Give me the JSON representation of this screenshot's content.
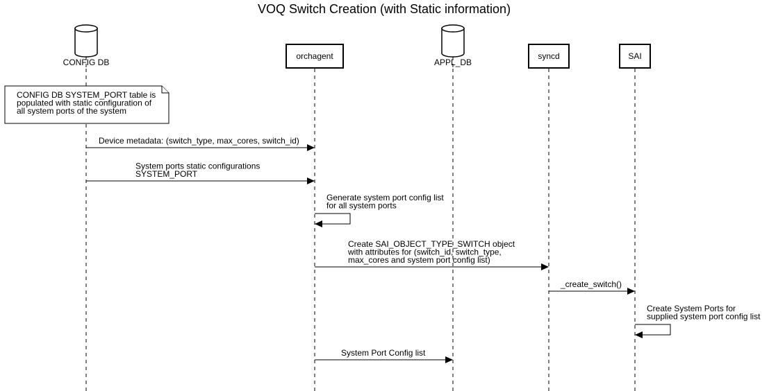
{
  "diagram": {
    "title": "VOQ Switch Creation (with Static information)",
    "participants": [
      {
        "id": "configdb",
        "label": "CONFIG DB",
        "shape": "database-icon"
      },
      {
        "id": "orchagent",
        "label": "orchagent",
        "shape": "box"
      },
      {
        "id": "appldb",
        "label": "APPL_DB",
        "shape": "database-icon"
      },
      {
        "id": "syncd",
        "label": "syncd",
        "shape": "box"
      },
      {
        "id": "sai",
        "label": "SAI",
        "shape": "box"
      }
    ],
    "note": {
      "lines": [
        "CONFIG DB SYSTEM_PORT table is",
        "populated with static configuration of",
        "all system ports of the system"
      ]
    },
    "messages": [
      {
        "from": "configdb",
        "to": "orchagent",
        "lines": [
          "Device metadata: (switch_type, max_cores, switch_id)"
        ]
      },
      {
        "from": "configdb",
        "to": "orchagent",
        "lines": [
          "System ports static configurations",
          "SYSTEM_PORT"
        ]
      },
      {
        "from": "orchagent",
        "to": "orchagent",
        "lines": [
          "Generate system port config list",
          "for all system ports"
        ]
      },
      {
        "from": "orchagent",
        "to": "syncd",
        "lines": [
          "Create SAI_OBJECT_TYPE_SWITCH object",
          "with attributes for (switch_id, switch_type,",
          "max_cores and system port config list)"
        ]
      },
      {
        "from": "syncd",
        "to": "sai",
        "lines": [
          "_create_switch()"
        ]
      },
      {
        "from": "sai",
        "to": "sai",
        "lines": [
          "Create System Ports for",
          "supplied system port config list"
        ]
      },
      {
        "from": "orchagent",
        "to": "appldb",
        "lines": [
          "System Port Config list"
        ]
      }
    ]
  }
}
